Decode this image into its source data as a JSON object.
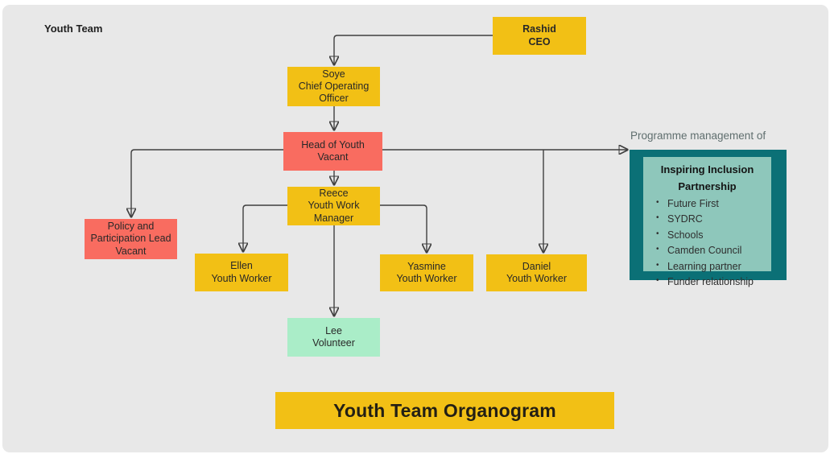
{
  "page": {
    "label": "Youth Team",
    "background": "#e8e8e8"
  },
  "nodes": {
    "rashid": {
      "label": "Rashid\nCEO",
      "color": "#f2c015"
    },
    "soye": {
      "label": "Soye\nChief Operating\nOfficer",
      "color": "#f2c015"
    },
    "head_of_youth": {
      "label": "Head of Youth\nVacant",
      "color": "#f96c60"
    },
    "reece": {
      "label": "Reece\nYouth Work\nManager",
      "color": "#f2c015"
    },
    "policy": {
      "label": "Policy and\nParticipation Lead\nVacant",
      "color": "#f96c60"
    },
    "ellen": {
      "label": "Ellen\nYouth Worker",
      "color": "#f2c015"
    },
    "yasmine": {
      "label": "Yasmine\nYouth Worker",
      "color": "#f2c015"
    },
    "daniel": {
      "label": "Daniel\nYouth Worker",
      "color": "#f2c015"
    },
    "lee": {
      "label": "Lee\nVolunteer",
      "color": "#aaedc8"
    }
  },
  "partnership": {
    "caption": "Programme management of",
    "title": "Inspiring Inclusion\nPartnership",
    "items": [
      "Future First",
      "SYDRC",
      "Schools",
      "Camden Council",
      "Learning partner",
      "Funder relationship"
    ],
    "outer_color": "#0b7076",
    "inner_color": "#8ec7bb"
  },
  "footer": {
    "title": "Youth Team Organogram",
    "color": "#f2c015"
  },
  "edge_color": "#3f3f3f"
}
